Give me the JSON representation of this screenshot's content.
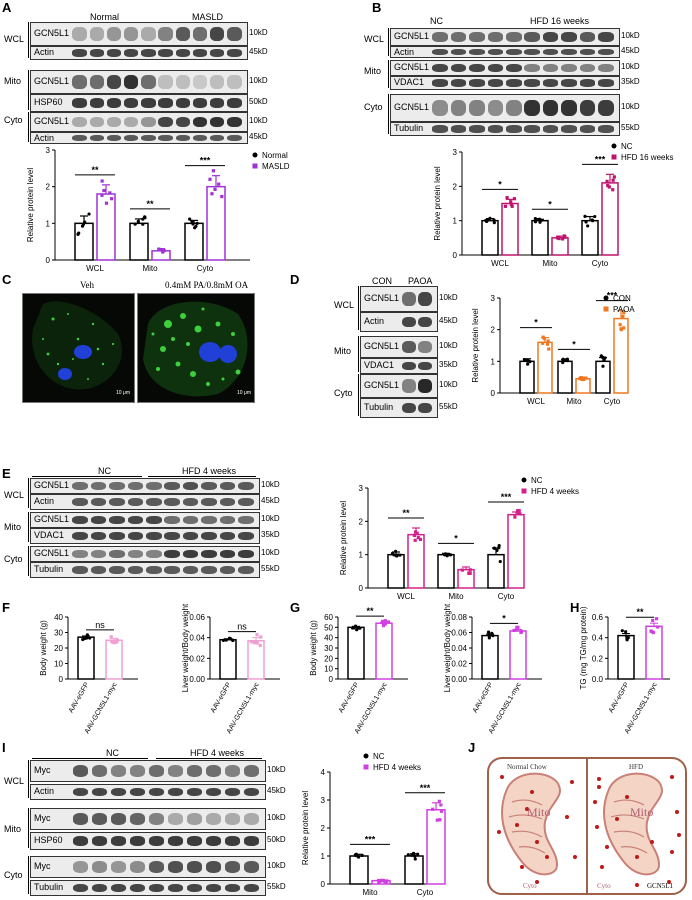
{
  "panels": {
    "A": "A",
    "B": "B",
    "C": "C",
    "D": "D",
    "E": "E",
    "F": "F",
    "G": "G",
    "H": "H",
    "I": "I",
    "J": "J"
  },
  "fractions": {
    "WCL": "WCL",
    "Mito": "Mito",
    "Cyto": "Cyto"
  },
  "proteins": {
    "GCN5L1": "GCN5L1",
    "Actin": "Actin",
    "HSP60": "HSP60",
    "VDAC1": "VDAC1",
    "Tubulin": "Tubulin",
    "Myc": "Myc"
  },
  "mw": {
    "k10": "10kD",
    "k45": "45kD",
    "k50": "50kD",
    "k35": "35kD",
    "k55": "55kD"
  },
  "groups": {
    "A": [
      "Normal",
      "MASLD"
    ],
    "B": [
      "NC",
      "HFD  16 weeks"
    ],
    "C": [
      "Veh",
      "0.4mM PA/0.8mM OA"
    ],
    "D": [
      "CON",
      "PAOA"
    ],
    "E": [
      "NC",
      "HFD  4 weeks"
    ],
    "I": [
      "NC",
      "HFD  4 weeks"
    ]
  },
  "scalebar": "10 μm",
  "sig": {
    "two": "**",
    "three": "***",
    "one": "*",
    "ns": "ns"
  },
  "axis": {
    "rel": "Relative protein level",
    "bw": "Body weight (g)",
    "lw": "Liver weight/Body weight",
    "tg": "TG (mg TG/mg protein)",
    "aav1": "AAV-eGFP",
    "aav2": "AAV-GCN5L1-myc"
  },
  "legend": {
    "A": [
      "Normal",
      "MASLD"
    ],
    "B": [
      "NC",
      "HFD 16 weeks"
    ],
    "D": [
      "CON",
      "PAOA"
    ],
    "E": [
      "NC",
      "HFD 4 weeks"
    ],
    "I": [
      "NC",
      "HFD 4 weeks"
    ]
  },
  "schematic": {
    "left": "Normal Chow",
    "right": "HFD",
    "mito": "Mito",
    "cyto": "Cyto",
    "gcn": "GCN5L1"
  },
  "colors": {
    "normal": "#000000",
    "masld": "#a033d6",
    "hfd16": "#c0146c",
    "paoa": "#f07820",
    "hfd4": "#d4208c",
    "hfd4i": "#d040e0",
    "light": "#f0a0d0",
    "micro": "#3cd03c",
    "nuc": "#2040d8",
    "j_border": "#a0604a",
    "j_mito": "#f4d4c4",
    "j_cris": "#c88078",
    "j_dot": "#c01818"
  },
  "chart_data": [
    {
      "panel": "A",
      "type": "bar",
      "categories": [
        "WCL",
        "Mito",
        "Cyto"
      ],
      "ylim": [
        0,
        3
      ],
      "yticks": [
        0,
        1,
        2,
        3
      ],
      "ylabel": "Relative protein level",
      "series": [
        {
          "name": "Normal",
          "values": [
            1.0,
            1.0,
            1.0
          ],
          "errors": [
            0.2,
            0.12,
            0.08
          ]
        },
        {
          "name": "MASLD",
          "values": [
            1.8,
            0.25,
            2.0
          ],
          "errors": [
            0.25,
            0.06,
            0.3
          ]
        }
      ],
      "significance": [
        "**",
        "**",
        "***"
      ]
    },
    {
      "panel": "B",
      "type": "bar",
      "categories": [
        "WCL",
        "Mito",
        "Cyto"
      ],
      "ylim": [
        0,
        3
      ],
      "yticks": [
        0,
        1,
        2,
        3
      ],
      "ylabel": "Relative protein level",
      "series": [
        {
          "name": "NC",
          "values": [
            1.0,
            1.0,
            1.0
          ],
          "errors": [
            0.06,
            0.04,
            0.12
          ]
        },
        {
          "name": "HFD 16 weeks",
          "values": [
            1.5,
            0.5,
            2.1
          ],
          "errors": [
            0.12,
            0.05,
            0.25
          ]
        }
      ],
      "significance": [
        "*",
        "*",
        "***"
      ]
    },
    {
      "panel": "D",
      "type": "bar",
      "categories": [
        "WCL",
        "Mito",
        "Cyto"
      ],
      "ylim": [
        0,
        3
      ],
      "yticks": [
        0,
        1,
        2,
        3
      ],
      "ylabel": "Relative protein level",
      "series": [
        {
          "name": "CON",
          "values": [
            1.0,
            1.0,
            1.0
          ],
          "errors": [
            0.08,
            0.06,
            0.12
          ]
        },
        {
          "name": "PAOA",
          "values": [
            1.6,
            0.45,
            2.35
          ],
          "errors": [
            0.15,
            0.05,
            0.25
          ]
        }
      ],
      "significance": [
        "*",
        "*",
        "***"
      ]
    },
    {
      "panel": "E",
      "type": "bar",
      "categories": [
        "WCL",
        "Mito",
        "Cyto"
      ],
      "ylim": [
        0,
        3
      ],
      "yticks": [
        0,
        1,
        2,
        3
      ],
      "ylabel": "Relative protein level",
      "series": [
        {
          "name": "NC",
          "values": [
            1.0,
            1.0,
            1.0
          ],
          "errors": [
            0.08,
            0.04,
            0.2
          ]
        },
        {
          "name": "HFD 4 weeks",
          "values": [
            1.6,
            0.55,
            2.2
          ],
          "errors": [
            0.2,
            0.08,
            0.08
          ]
        }
      ],
      "significance": [
        "**",
        "*",
        "***"
      ]
    },
    {
      "panel": "F1",
      "type": "bar",
      "categories": [
        "AAV-eGFP",
        "AAV-GCN5L1-myc"
      ],
      "values": [
        27,
        25
      ],
      "errors": [
        0.8,
        1.2
      ],
      "ylim": [
        0,
        40
      ],
      "yticks": [
        0,
        10,
        20,
        30,
        40
      ],
      "ylabel": "Body weight (g)",
      "significance": "ns"
    },
    {
      "panel": "F2",
      "type": "bar",
      "categories": [
        "AAV-eGFP",
        "AAV-GCN5L1-myc"
      ],
      "values": [
        0.038,
        0.037
      ],
      "errors": [
        0.001,
        0.003
      ],
      "ylim": [
        0,
        0.06
      ],
      "yticks": [
        0,
        0.02,
        0.04,
        0.06
      ],
      "ylabel": "Liver weight/Body weight",
      "significance": "ns"
    },
    {
      "panel": "G1",
      "type": "bar",
      "categories": [
        "AAV-eGFP",
        "AAV-GCN5L1-myc"
      ],
      "values": [
        50,
        54
      ],
      "errors": [
        1,
        1
      ],
      "ylim": [
        0,
        60
      ],
      "yticks": [
        0,
        10,
        20,
        30,
        40,
        50,
        60
      ],
      "ylabel": "Body weight (g)",
      "significance": "**"
    },
    {
      "panel": "G2",
      "type": "bar",
      "categories": [
        "AAV-eGFP",
        "AAV-GCN5L1-myc"
      ],
      "values": [
        0.056,
        0.062
      ],
      "errors": [
        0.002,
        0.002
      ],
      "ylim": [
        0,
        0.08
      ],
      "yticks": [
        0,
        0.02,
        0.04,
        0.06,
        0.08
      ],
      "ylabel": "Liver weight/Body weight",
      "significance": "*"
    },
    {
      "panel": "H",
      "type": "bar",
      "categories": [
        "AAV-eGFP",
        "AAV-GCN5L1-myc"
      ],
      "values": [
        0.42,
        0.51
      ],
      "errors": [
        0.02,
        0.03
      ],
      "ylim": [
        0,
        0.6
      ],
      "yticks": [
        0,
        0.2,
        0.4,
        0.6
      ],
      "ylabel": "TG (mg TG/mg protein)",
      "significance": "**"
    },
    {
      "panel": "I",
      "type": "bar",
      "categories": [
        "Mito",
        "Cyto"
      ],
      "ylim": [
        0,
        4
      ],
      "yticks": [
        0,
        1,
        2,
        3,
        4
      ],
      "ylabel": "Relative protein level",
      "series": [
        {
          "name": "NC",
          "values": [
            1.0,
            1.0
          ],
          "errors": [
            0.06,
            0.08
          ]
        },
        {
          "name": "HFD 4 weeks",
          "values": [
            0.12,
            2.65
          ],
          "errors": [
            0.04,
            0.25
          ]
        }
      ],
      "significance": [
        "***",
        "***"
      ]
    }
  ]
}
